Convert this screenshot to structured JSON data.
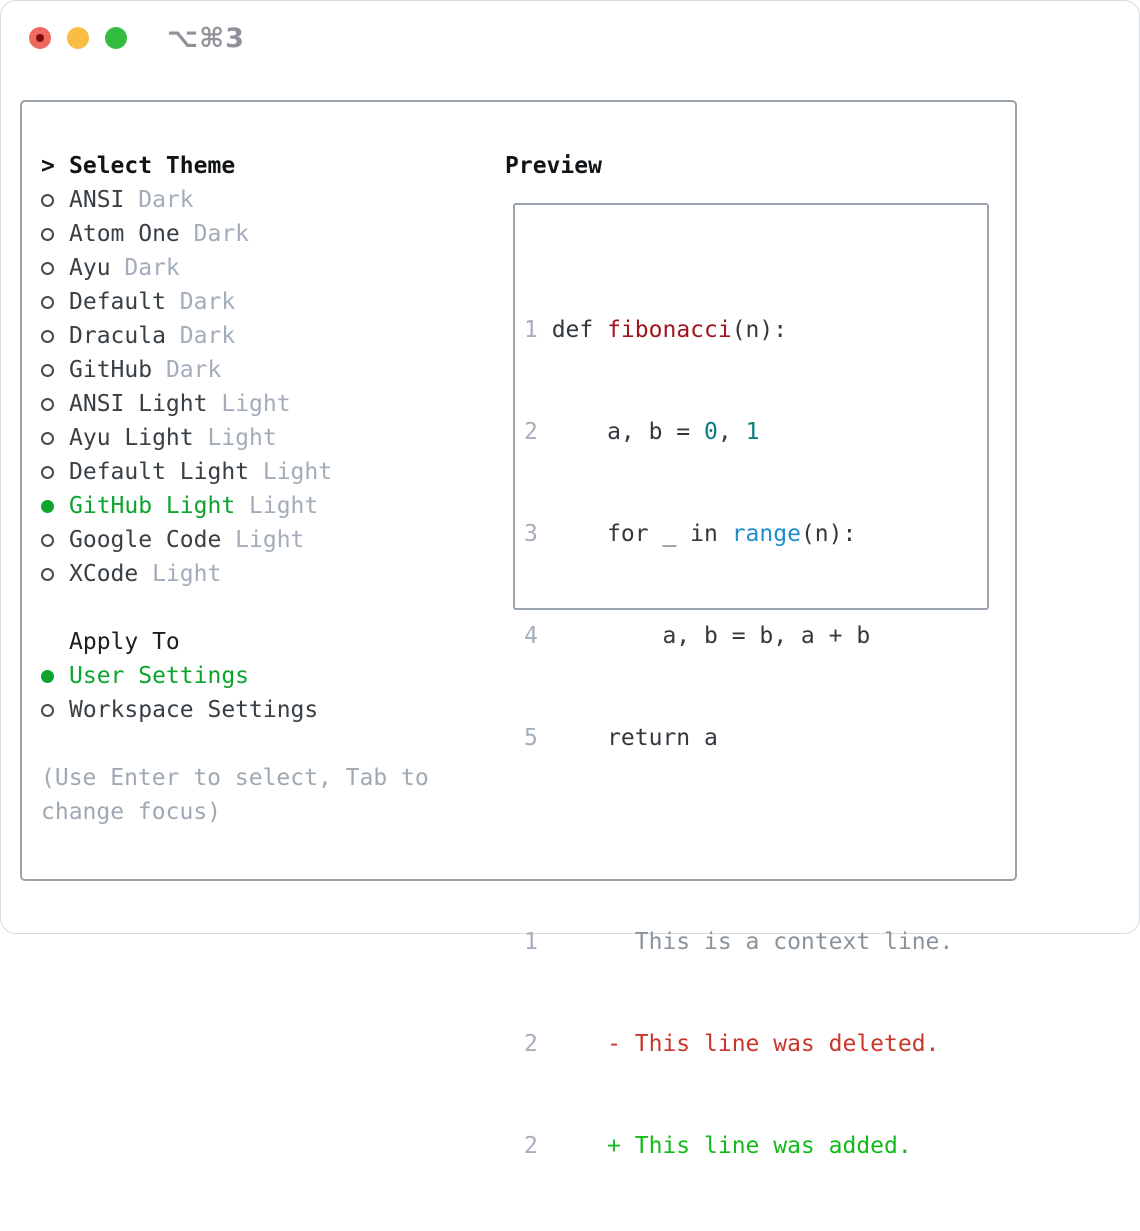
{
  "window": {
    "title": "⌥⌘3"
  },
  "colors": {
    "accent_green": "#0ca42e",
    "added_green": "#12bb1a",
    "deleted_red": "#c9372b",
    "function_red": "#a2151e",
    "constant_teal": "#0b7c7e",
    "builtin_blue": "#1f8ccc",
    "muted_gray": "#a3adb9",
    "panel_border": "#99a1ab",
    "traffic_close": "#ee6a5e",
    "traffic_minimize": "#f9bd45",
    "traffic_zoom": "#32bd41"
  },
  "theme_picker": {
    "prompt": ">",
    "title": "Select Theme",
    "themes": [
      {
        "name": "ANSI",
        "variant": "Dark",
        "selected": false
      },
      {
        "name": "Atom One",
        "variant": "Dark",
        "selected": false
      },
      {
        "name": "Ayu",
        "variant": "Dark",
        "selected": false
      },
      {
        "name": "Default",
        "variant": "Dark",
        "selected": false
      },
      {
        "name": "Dracula",
        "variant": "Dark",
        "selected": false
      },
      {
        "name": "GitHub",
        "variant": "Dark",
        "selected": false
      },
      {
        "name": "ANSI Light",
        "variant": "Light",
        "selected": false
      },
      {
        "name": "Ayu Light",
        "variant": "Light",
        "selected": false
      },
      {
        "name": "Default Light",
        "variant": "Light",
        "selected": false
      },
      {
        "name": "GitHub Light",
        "variant": "Light",
        "selected": true
      },
      {
        "name": "Google Code",
        "variant": "Light",
        "selected": false
      },
      {
        "name": "XCode",
        "variant": "Light",
        "selected": false
      }
    ]
  },
  "apply_to": {
    "title": "Apply To",
    "options": [
      {
        "label": "User Settings",
        "selected": true
      },
      {
        "label": "Workspace Settings",
        "selected": false
      }
    ]
  },
  "hint": "(Use Enter to select, Tab to change focus)",
  "preview": {
    "title": "Preview",
    "code": [
      {
        "no": "1",
        "s0": "def ",
        "s1": "fibonacci",
        "s2": "(n):"
      },
      {
        "no": "2",
        "s0": "    a, b = ",
        "s1": "0",
        "s2": ", ",
        "s3": "1"
      },
      {
        "no": "3",
        "s0": "    for _ in ",
        "s1": "range",
        "s2": "(n):"
      },
      {
        "no": "4",
        "s0": "        a, b = b, a + b"
      },
      {
        "no": "5",
        "s0": "    return a"
      }
    ],
    "diff": [
      {
        "no": "1",
        "kind": "context",
        "text": "      This is a context line."
      },
      {
        "no": "2",
        "kind": "deleted",
        "text": "    - This line was deleted."
      },
      {
        "no": "2",
        "kind": "added",
        "text": "    + This line was added."
      }
    ]
  }
}
